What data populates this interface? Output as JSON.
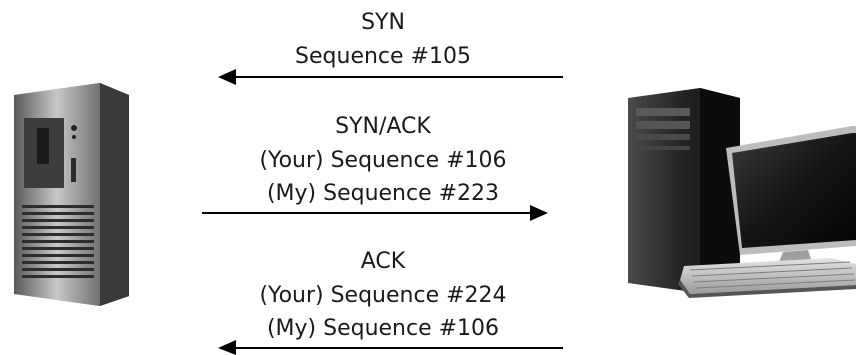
{
  "nodes": {
    "left": {
      "icon": "server-tower-icon"
    },
    "right": {
      "icon": "desktop-computer-icon"
    }
  },
  "messages": [
    {
      "direction": "right-to-left",
      "lines": [
        "SYN",
        "Sequence #105"
      ]
    },
    {
      "direction": "left-to-right",
      "lines": [
        "SYN/ACK",
        "(Your) Sequence #106",
        "(My) Sequence #223"
      ]
    },
    {
      "direction": "right-to-left",
      "lines": [
        "ACK",
        "(Your) Sequence #224",
        "(My) Sequence #106"
      ]
    }
  ],
  "colors": {
    "arrow": "#000000",
    "text": "#1a1a1a",
    "device_dark": "#2a2a2a",
    "device_light": "#c9c9c9"
  }
}
